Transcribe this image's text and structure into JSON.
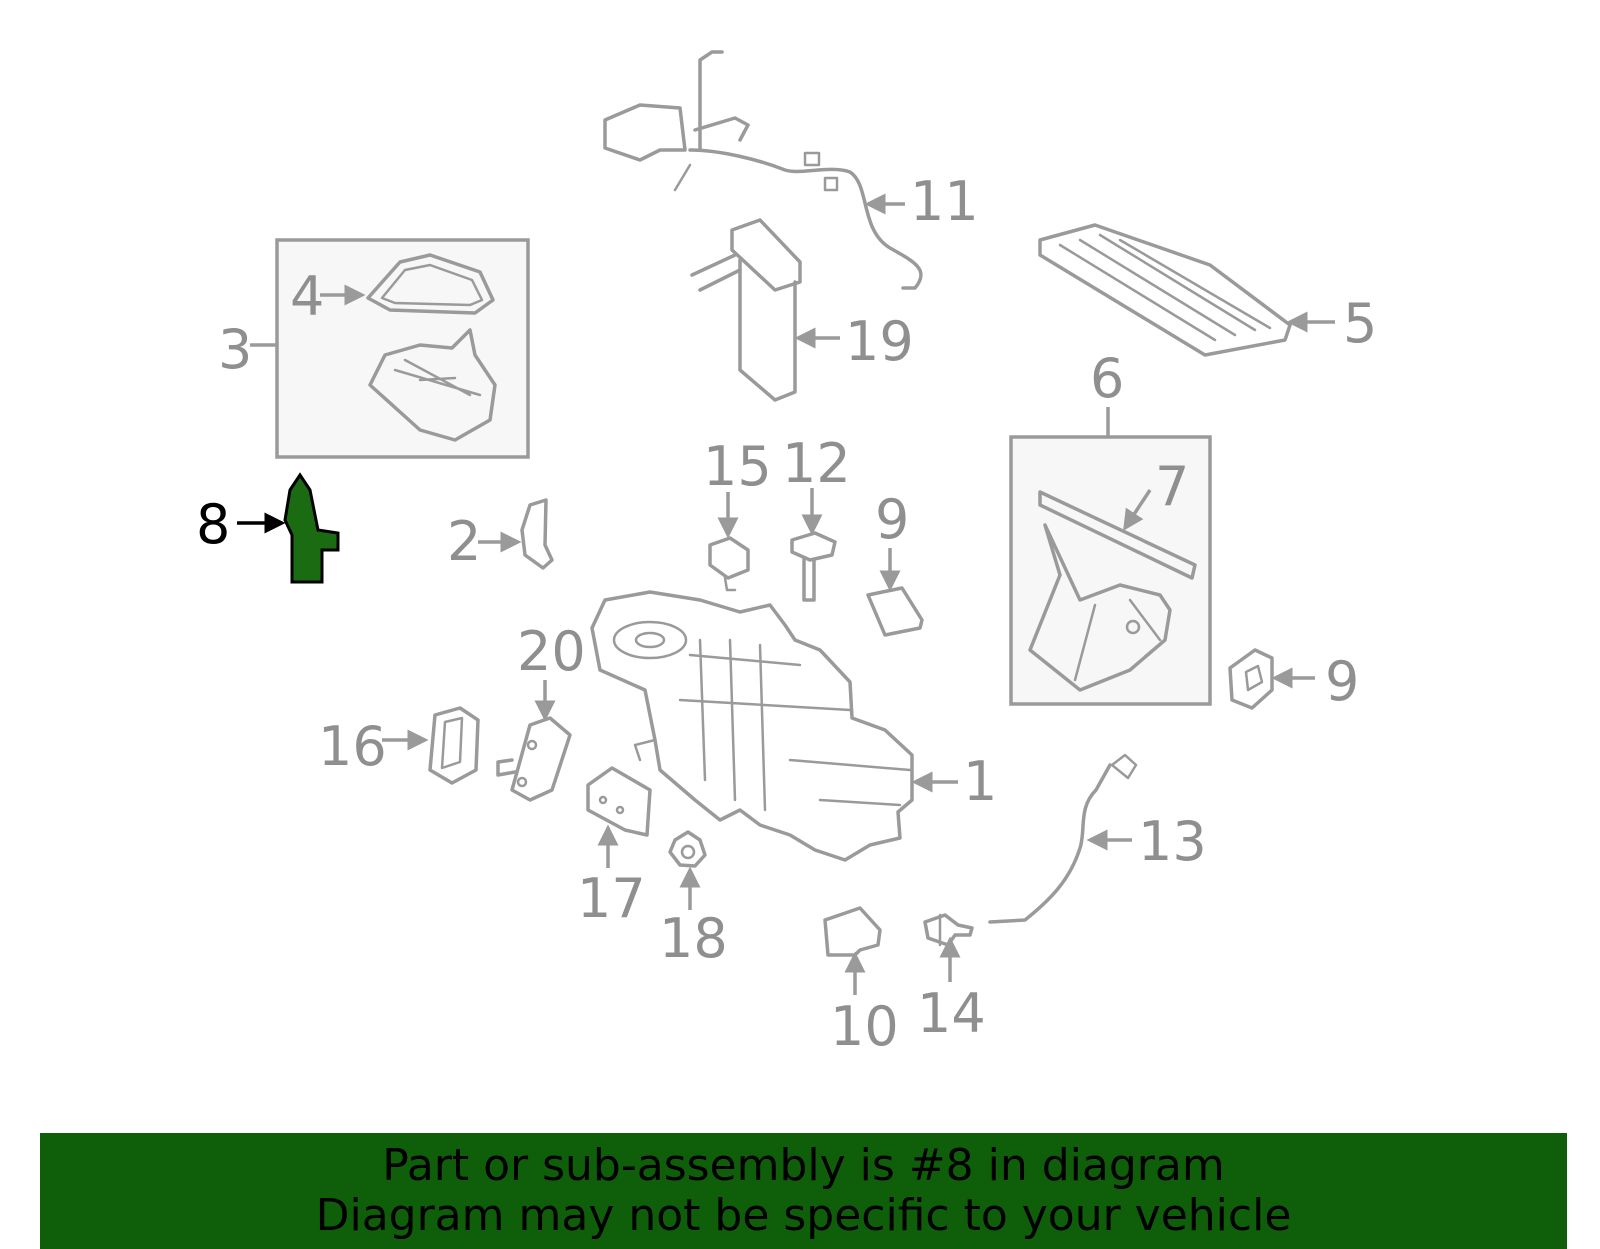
{
  "callouts": {
    "c1": "1",
    "c2": "2",
    "c3": "3",
    "c4": "4",
    "c5": "5",
    "c6": "6",
    "c7": "7",
    "c8": "8",
    "c9a": "9",
    "c9b": "9",
    "c10": "10",
    "c11": "11",
    "c12": "12",
    "c13": "13",
    "c14": "14",
    "c15": "15",
    "c16": "16",
    "c17": "17",
    "c18": "18",
    "c19": "19",
    "c20": "20"
  },
  "highlight": {
    "part": "8",
    "color": "#1b6b12"
  },
  "colors": {
    "linework": "#9a9a9a",
    "banner": "#0f5f0a"
  },
  "banner": {
    "line1": "Part or sub-assembly is #8 in diagram",
    "line2": "Diagram may not be specific to your vehicle"
  }
}
